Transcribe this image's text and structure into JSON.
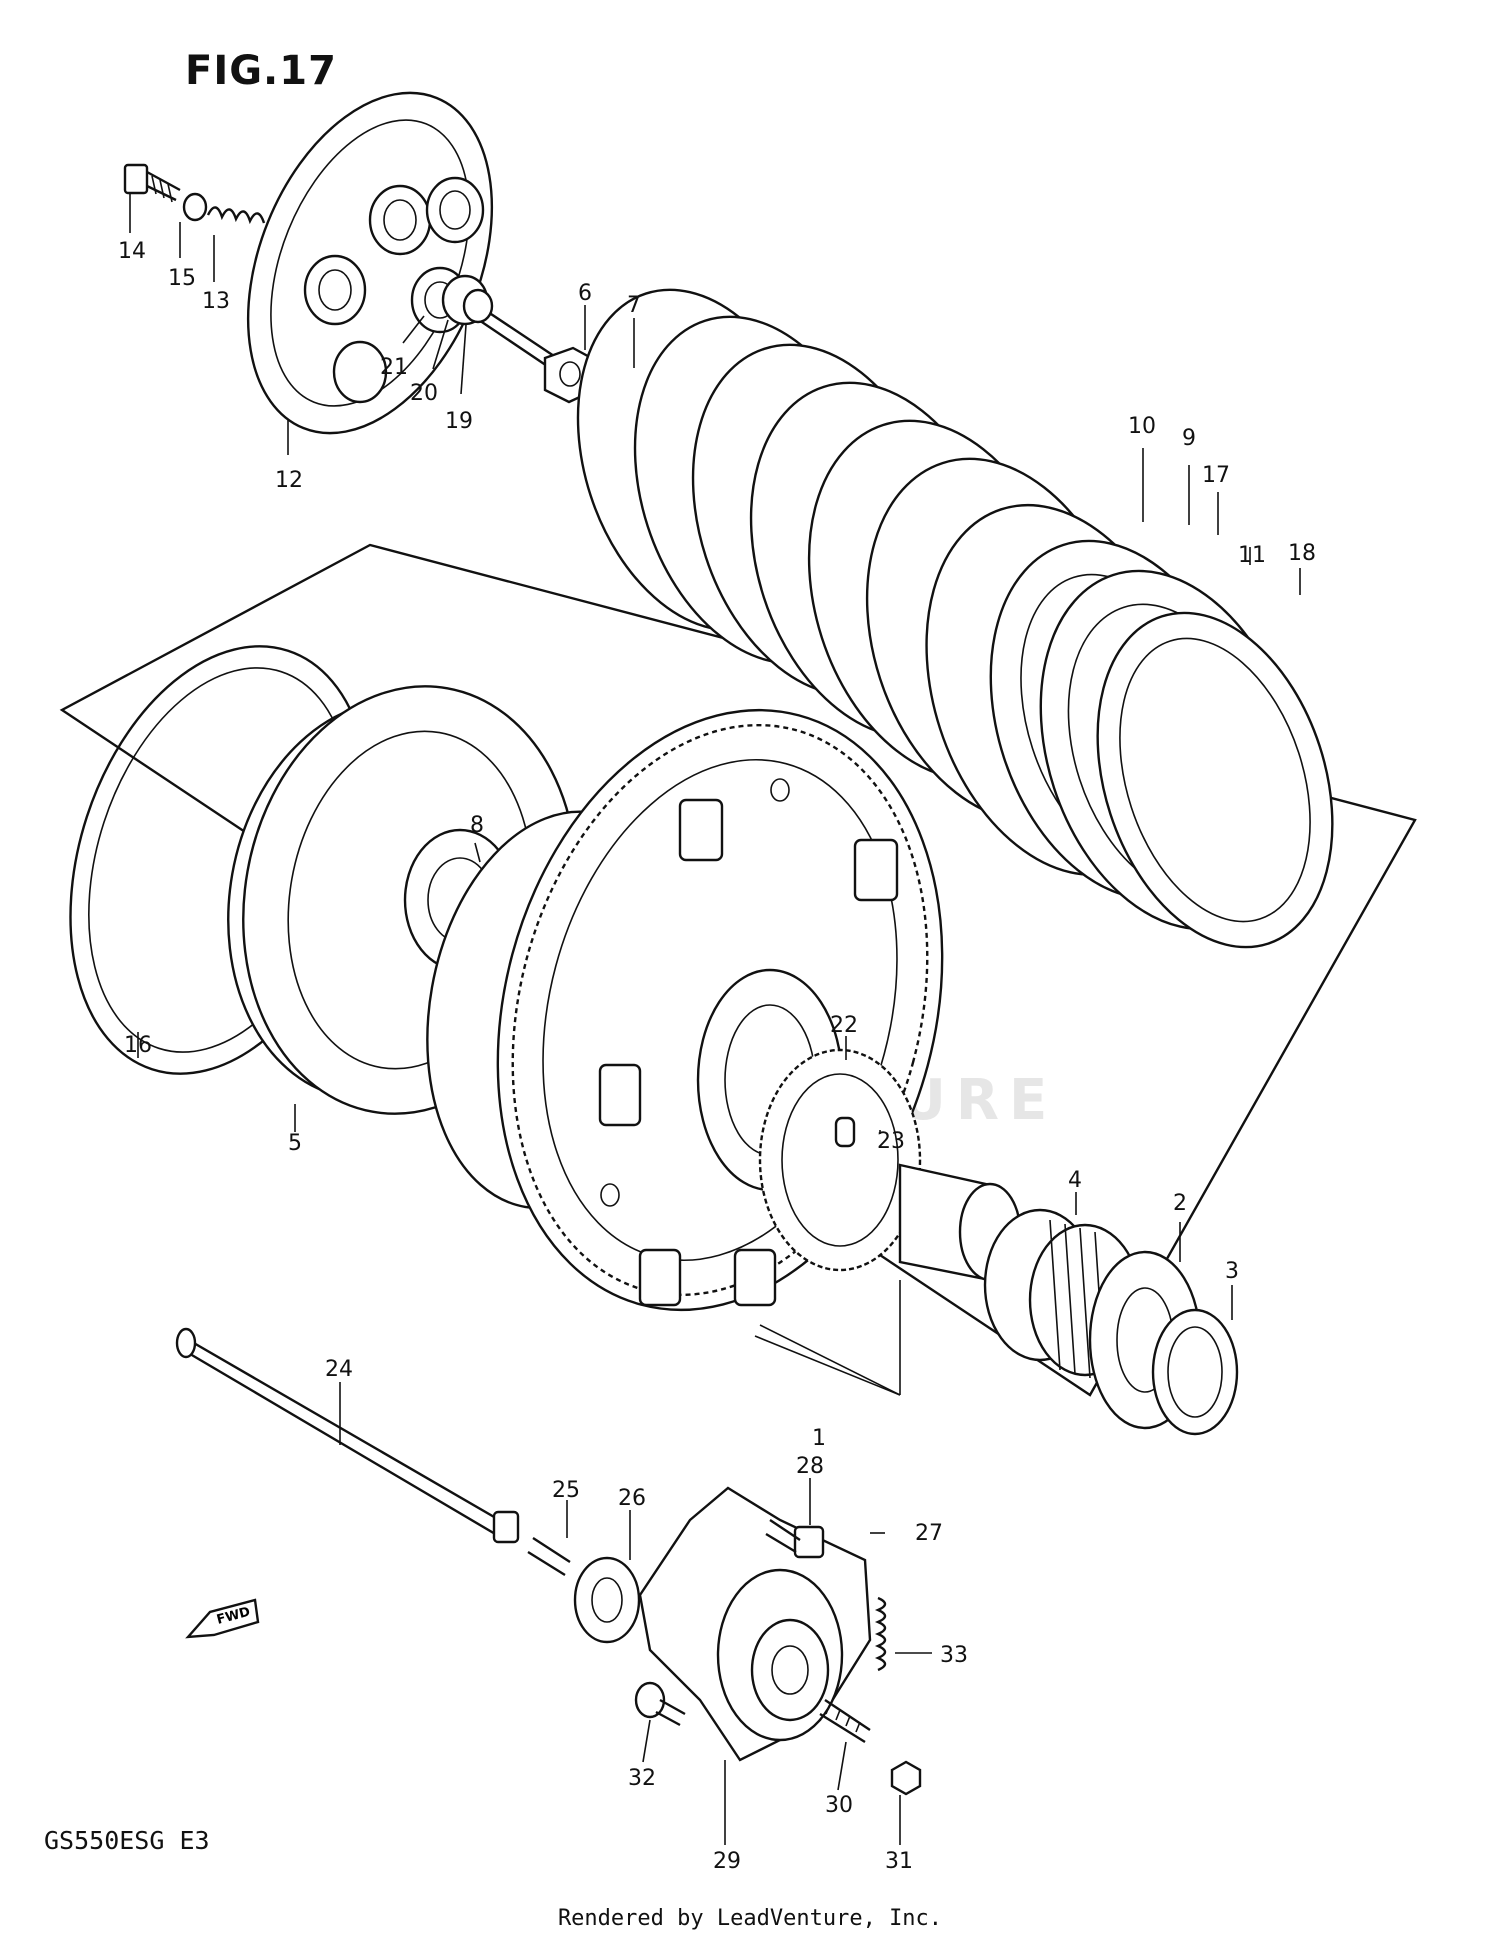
{
  "figure": {
    "title": "FIG.17",
    "model_code": "GS550ESG  E3",
    "render_credit": "Rendered by LeadVenture, Inc.",
    "watermark_text": "LEADVENTURE",
    "direction_tag": "FWD"
  },
  "callouts": [
    {
      "id": "1",
      "label": "1"
    },
    {
      "id": "2",
      "label": "2"
    },
    {
      "id": "3",
      "label": "3"
    },
    {
      "id": "4",
      "label": "4"
    },
    {
      "id": "5",
      "label": "5"
    },
    {
      "id": "6",
      "label": "6"
    },
    {
      "id": "7",
      "label": "7"
    },
    {
      "id": "8",
      "label": "8"
    },
    {
      "id": "9",
      "label": "9"
    },
    {
      "id": "10",
      "label": "10"
    },
    {
      "id": "11",
      "label": "11"
    },
    {
      "id": "12",
      "label": "12"
    },
    {
      "id": "13",
      "label": "13"
    },
    {
      "id": "14",
      "label": "14"
    },
    {
      "id": "15",
      "label": "15"
    },
    {
      "id": "16",
      "label": "16"
    },
    {
      "id": "17",
      "label": "17"
    },
    {
      "id": "18",
      "label": "18"
    },
    {
      "id": "19",
      "label": "19"
    },
    {
      "id": "20",
      "label": "20"
    },
    {
      "id": "21",
      "label": "21"
    },
    {
      "id": "22",
      "label": "22"
    },
    {
      "id": "23",
      "label": "23"
    },
    {
      "id": "24",
      "label": "24"
    },
    {
      "id": "25",
      "label": "25"
    },
    {
      "id": "26",
      "label": "26"
    },
    {
      "id": "27",
      "label": "27"
    },
    {
      "id": "28",
      "label": "28"
    },
    {
      "id": "29",
      "label": "29"
    },
    {
      "id": "30",
      "label": "30"
    },
    {
      "id": "31",
      "label": "31"
    },
    {
      "id": "32",
      "label": "32"
    },
    {
      "id": "33",
      "label": "33"
    }
  ]
}
